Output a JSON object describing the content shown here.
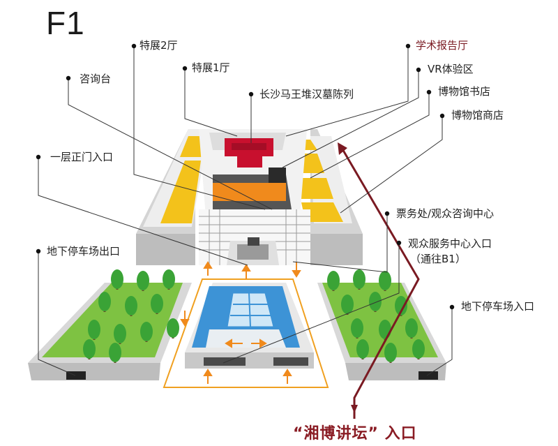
{
  "floor": "F1",
  "labels": {
    "special_exhibit_2": "特展2厅",
    "lecture_hall": "学术报告厅",
    "vr_area": "VR体验区",
    "special_exhibit_1": "特展1厅",
    "info_desk": "咨询台",
    "mawangdui": "长沙马王堆汉墓陈列",
    "bookstore": "博物馆书店",
    "shop": "博物馆商店",
    "main_entrance": "一层正门入口",
    "ticket_office": "票务处/观众咨询中心",
    "visitor_service_entrance": "观众服务中心入口",
    "visitor_service_note": "（通往B1）",
    "parking_exit": "地下停车场出口",
    "parking_entrance": "地下停车场入口",
    "xiangbo_entrance": "“湘博讲坛” 入口"
  },
  "colors": {
    "exhibit_yellow": "#f3c21b",
    "mawangdui_red": "#c8102e",
    "entrance_orange": "#f08a1c",
    "accent_maroon": "#7a1a22",
    "lawn_green": "#7ec242",
    "tree_green": "#3aa336",
    "pool_blue": "#3d93d6",
    "building_gray": "#e6e6e6"
  }
}
